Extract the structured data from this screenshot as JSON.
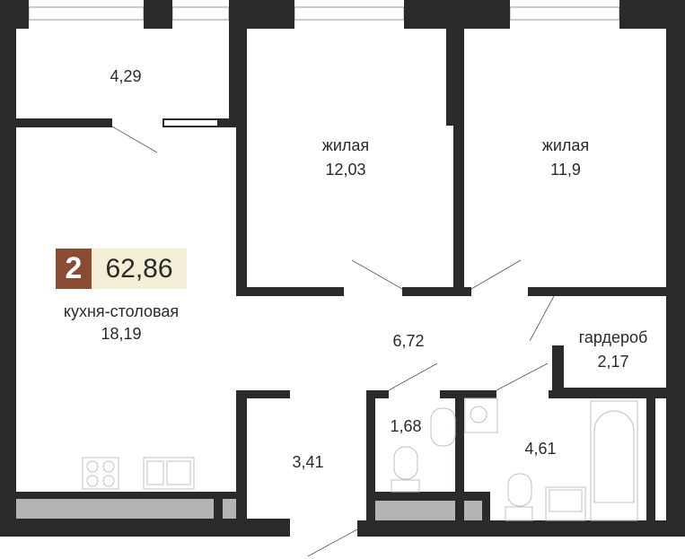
{
  "apartment": {
    "rooms": "2",
    "total_area": "62,86",
    "badge_color": "#8b4a32",
    "badge_bg": "#f4eed6"
  },
  "rooms": {
    "balcony": {
      "area": "4,29"
    },
    "bedroom1": {
      "name": "жилая",
      "area": "12,03"
    },
    "bedroom2": {
      "name": "жилая",
      "area": "11,9"
    },
    "kitchen": {
      "name": "кухня-столовая",
      "area": "18,19"
    },
    "hall": {
      "area": "6,72"
    },
    "wardrobe": {
      "name": "гардероб",
      "area": "2,17"
    },
    "wc": {
      "area": "1,68"
    },
    "bathroom": {
      "area": "4,61"
    },
    "entry": {
      "area": "3,41"
    }
  },
  "colors": {
    "wall": "#2b2a29",
    "balcony_fill": "#b3b4b3",
    "fixture": "#c8c8c8"
  }
}
